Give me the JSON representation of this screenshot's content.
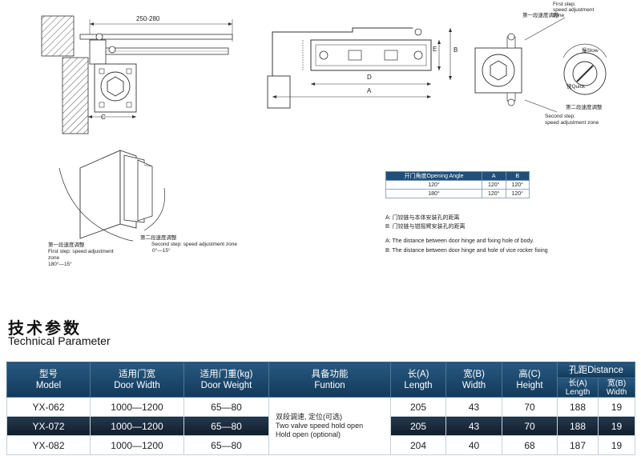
{
  "diagram": {
    "top_left": {
      "dim_top": "250-280",
      "dim_c": "C"
    },
    "top_middle": {
      "dim_a": "A",
      "dim_b": "B",
      "dim_d": "D",
      "dim_e": "E"
    },
    "top_right": {
      "first_cn": "第一段速度调整",
      "first_en_1": "First step:",
      "first_en_2": "speed adjustment",
      "first_en_3": "zone",
      "slow": "Slow",
      "slow_cn": "慢",
      "quick": "Quick",
      "quick_cn": "快",
      "second_cn": "第二段速度调整",
      "second_en_1": "Second step:",
      "second_en_2": "speed adjustment zone"
    },
    "door_drawing": {
      "second_cn": "第二段速度调整",
      "second_en": "Second step: speed adjustment zone",
      "second_range": "0°—15°",
      "first_cn": "第一段速度调整",
      "first_en_1": "First step: speed adjustment",
      "first_en_2": "zone",
      "first_range": "180°—15°"
    }
  },
  "angle_table": {
    "headers": [
      "开门角度Opening Angle",
      "A",
      "B"
    ],
    "rows": [
      [
        "120°",
        "120°",
        "120°"
      ],
      [
        "180°",
        "120°",
        "120°"
      ]
    ]
  },
  "notes": {
    "a_cn": "A:  门铰链与本体安装孔的距离",
    "b_cn": "B:  门铰链与钳摇臂安装孔的距离",
    "a_en": "A: The distance between door hinge and fixing hole of body.",
    "b_en": "B: The distance between door hinge and hole of vice rocker fixing"
  },
  "section": {
    "title_cn": "技术参数",
    "title_en": "Technical Parameter"
  },
  "params": {
    "headers": {
      "model_cn": "型号",
      "model_en": "Model",
      "width_cn": "适用门宽",
      "width_en": "Door Width",
      "weight_cn": "适用门重(kg)",
      "weight_en": "Door Weight",
      "func_cn": "具备功能",
      "func_en": "Funtion",
      "length_cn": "长(A)",
      "length_en": "Length",
      "wid_cn": "宽(B)",
      "wid_en": "Width",
      "height_cn": "高(C)",
      "height_en": "Height",
      "dist_title": "孔距Distance",
      "dist_len_cn": "长(A)",
      "dist_len_en": "Length",
      "dist_wid_cn": "宽(B)",
      "dist_wid_en": "Width"
    },
    "function_cn": "双段调速, 定位(可选)",
    "function_en_1": "Two valve speed hold open",
    "function_en_2": "Hold open (optional)",
    "rows": [
      {
        "model": "YX-062",
        "door_width": "1000—1200",
        "door_weight": "65—80",
        "length": "205",
        "width": "43",
        "height": "70",
        "dist_length": "188",
        "dist_width": "19"
      },
      {
        "model": "YX-072",
        "door_width": "1000—1200",
        "door_weight": "65—80",
        "length": "205",
        "width": "43",
        "height": "70",
        "dist_length": "188",
        "dist_width": "19"
      },
      {
        "model": "YX-082",
        "door_width": "1000—1200",
        "door_weight": "65—80",
        "length": "204",
        "width": "40",
        "height": "68",
        "dist_length": "187",
        "dist_width": "19"
      }
    ]
  },
  "colors": {
    "header_blue": "#1f4f7a",
    "dark_row": "#15263a"
  }
}
